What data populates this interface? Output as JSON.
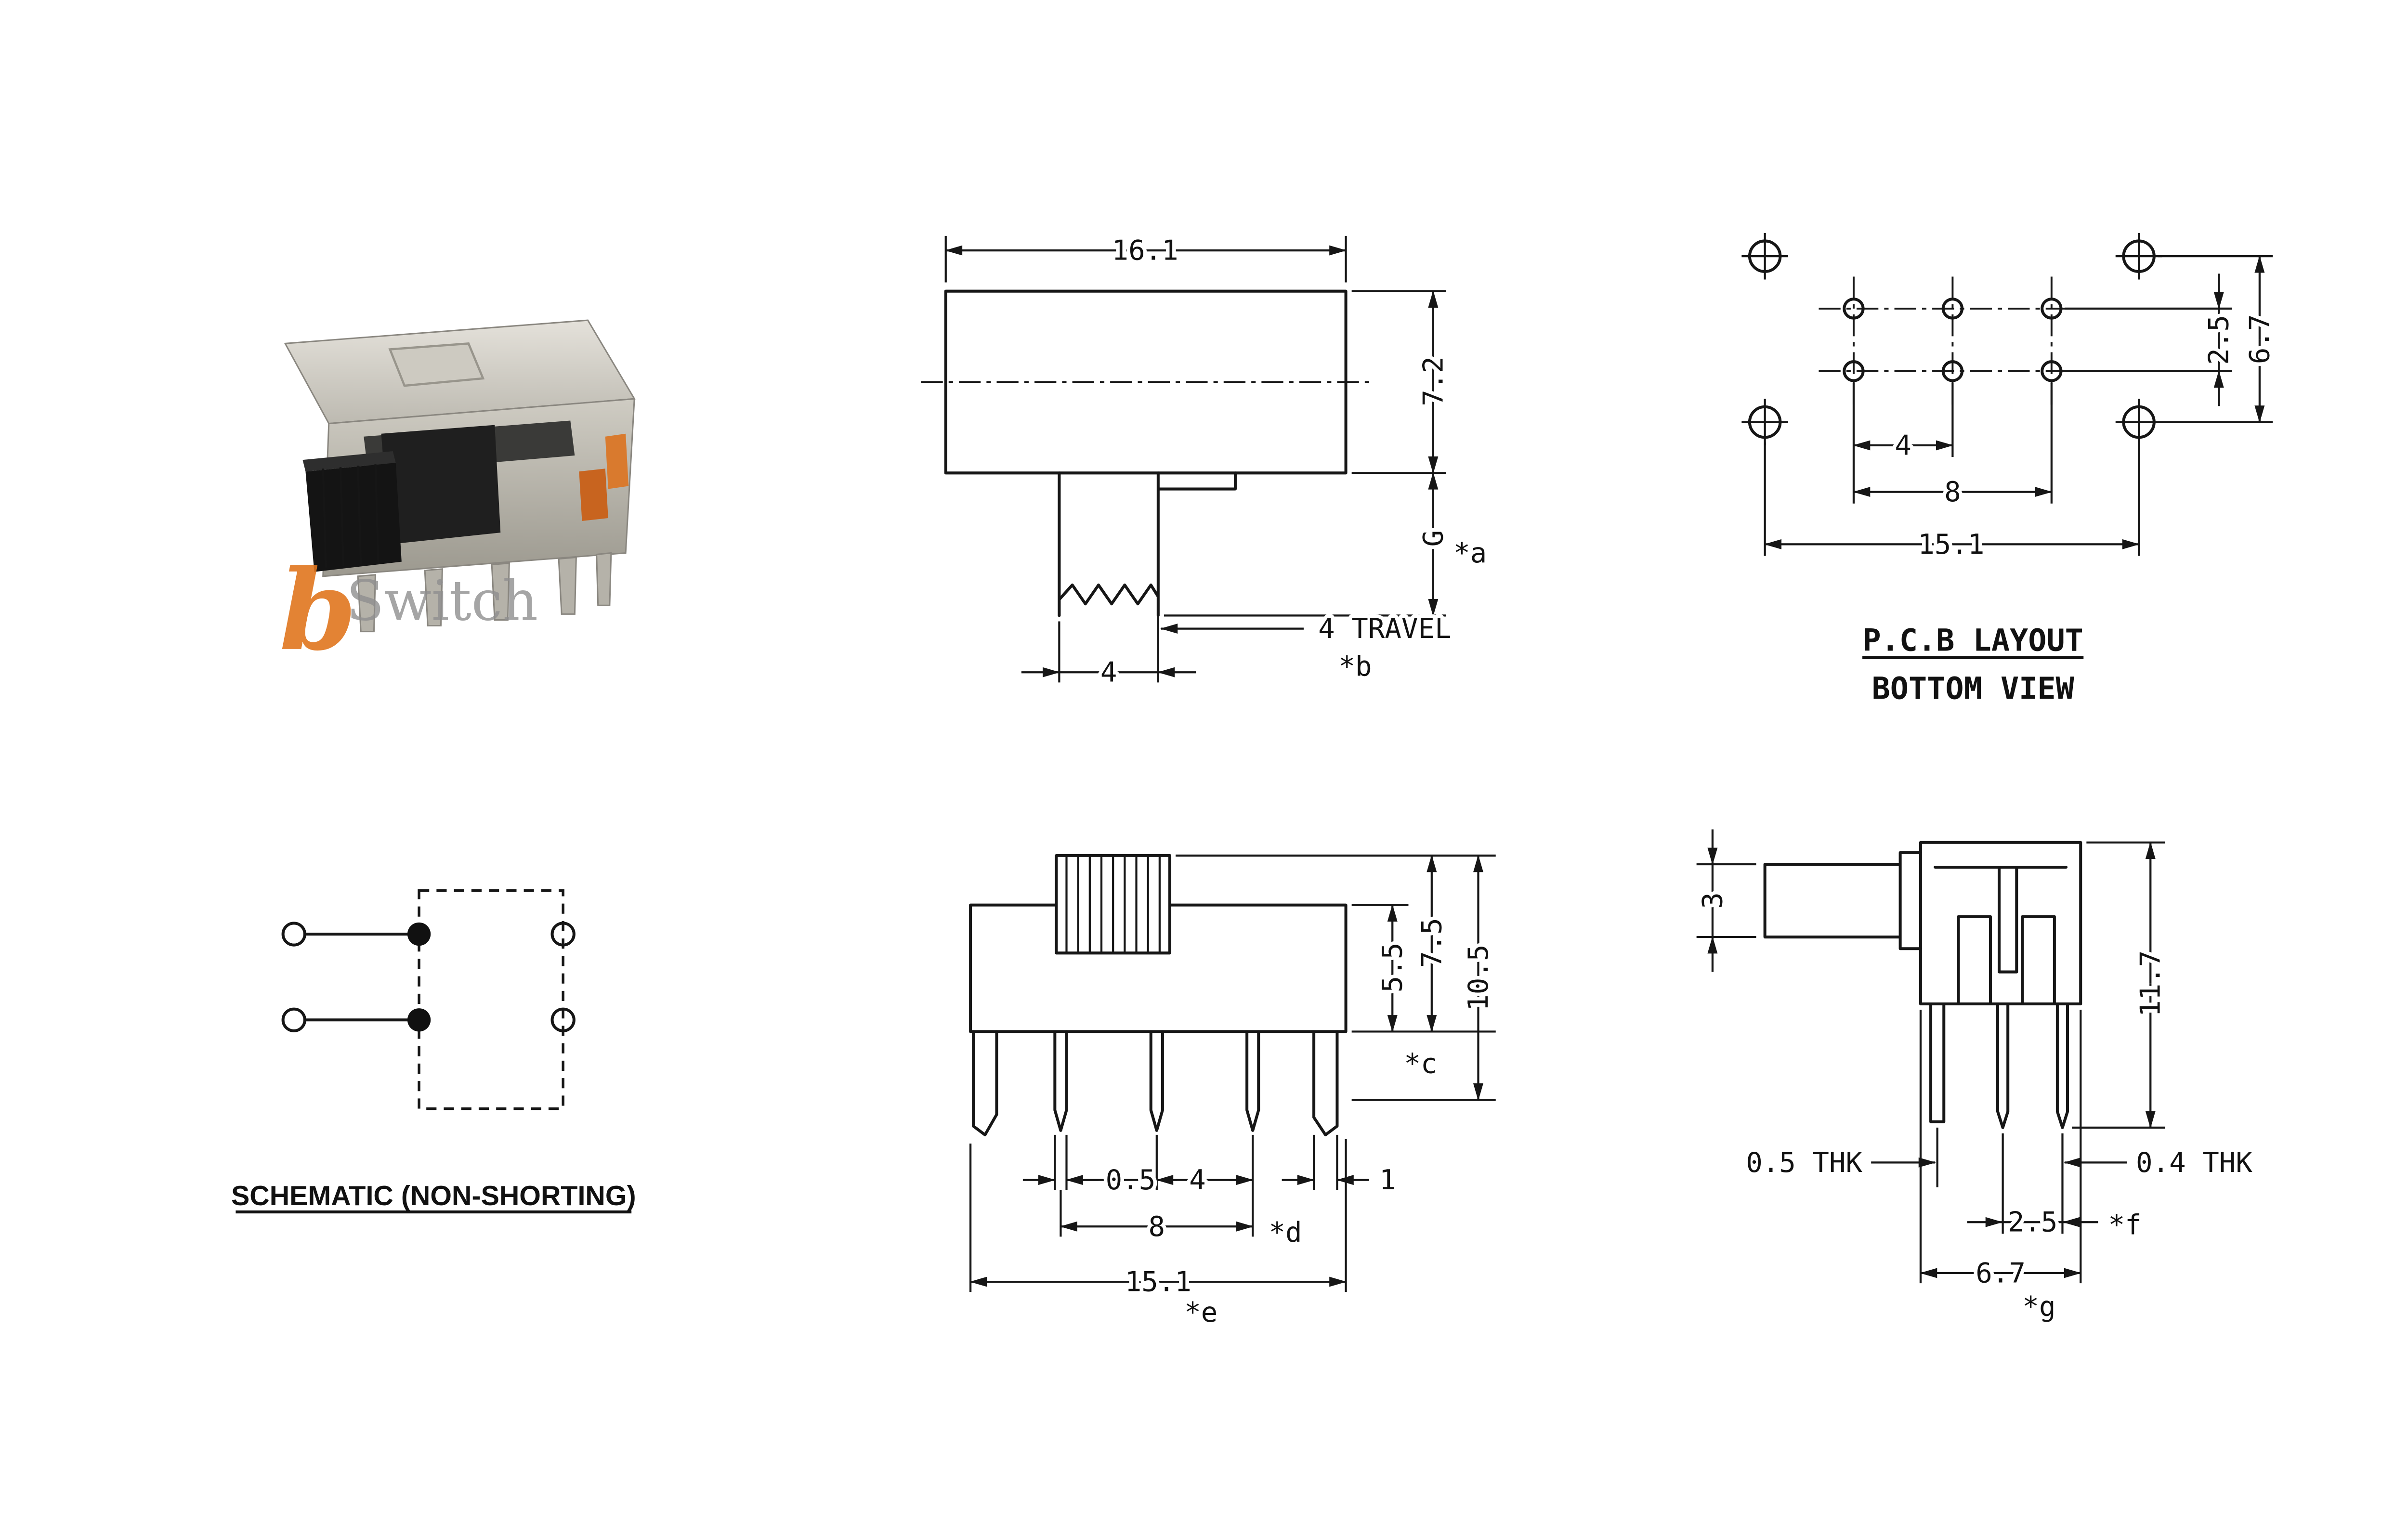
{
  "photo": {
    "brand_b": "b",
    "brand_name": "Switch"
  },
  "front_top": {
    "width": "16.1",
    "height": "7.2",
    "g": "G",
    "note_a": "*a",
    "travel": "4 TRAVEL",
    "note_b": "*b",
    "knob_width": "4"
  },
  "pcb": {
    "title": "P.C.B LAYOUT",
    "subtitle": "BOTTOM VIEW",
    "row_pitch": "2.5",
    "hole_row_pitch": "6.7",
    "pin_pitch": "4",
    "pin_span": "8",
    "hole_span": "15.1"
  },
  "schematic": {
    "label": "SCHEMATIC (NON-SHORTING)"
  },
  "front_bottom": {
    "body_height": "5.5",
    "knob_height": "7.5",
    "total_height": "10.5",
    "note_c": "*c",
    "pin_width": "0.5",
    "pin_pitch": "4",
    "bracket_width": "1",
    "pin_span": "8",
    "note_d": "*d",
    "body_width": "15.1",
    "note_e": "*e"
  },
  "side": {
    "knob_height": "3",
    "total_height": "11.7",
    "thk_left": "0.5 THK",
    "thk_right": "0.4 THK",
    "row_pitch": "2.5",
    "note_f": "*f",
    "depth": "6.7",
    "note_g": "*g"
  }
}
